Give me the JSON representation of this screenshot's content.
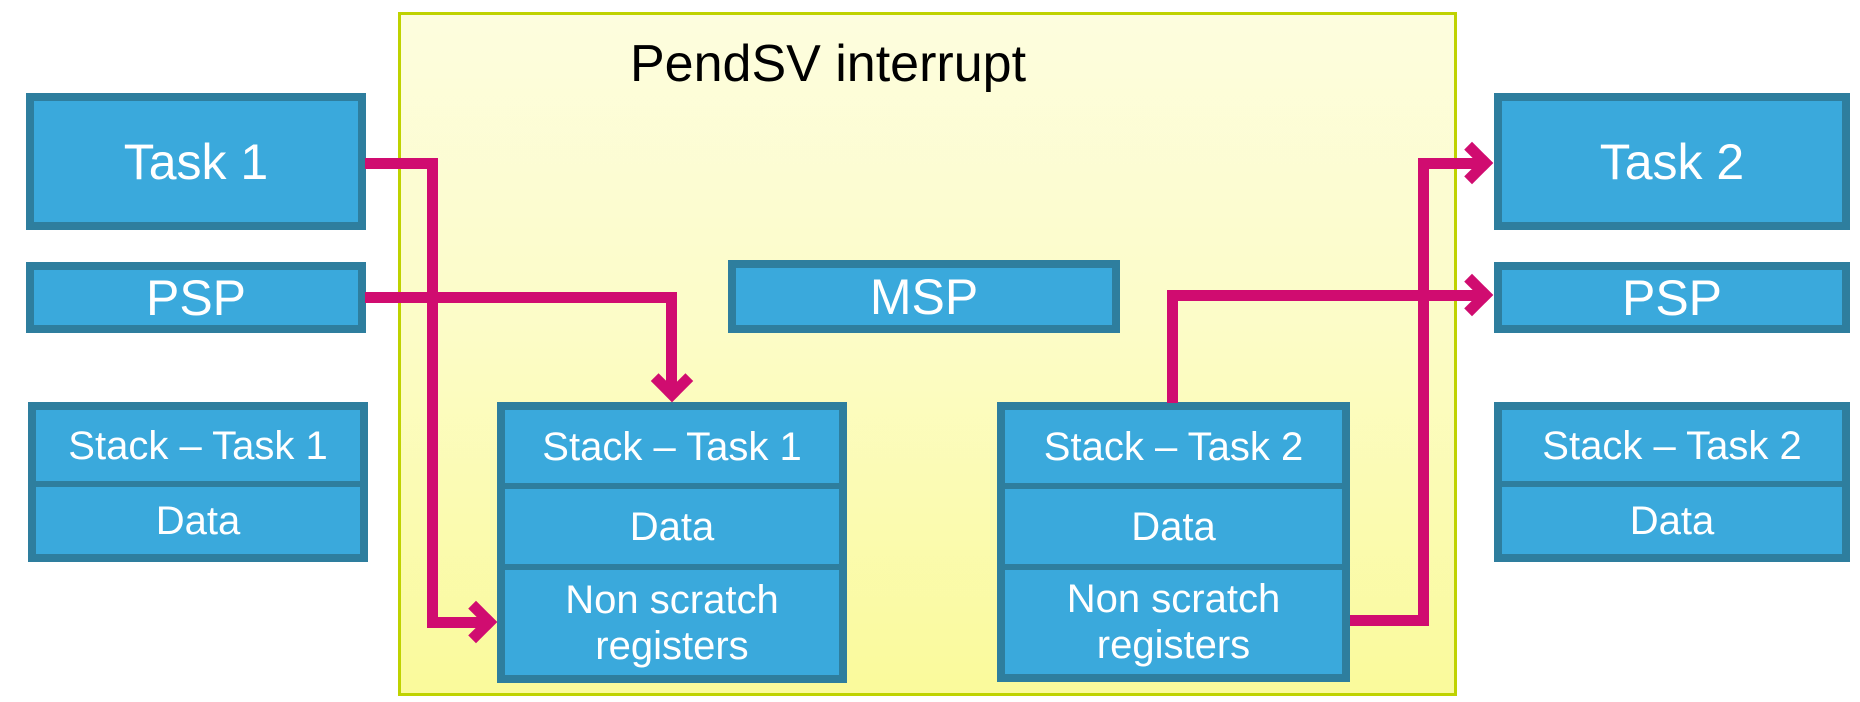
{
  "colors": {
    "blue": "#3AA9DC",
    "blue-border": "#2E7E9E",
    "magenta": "#D00C70",
    "panel-border": "#BFD200",
    "panel-top": "#FDFDDE",
    "panel-mid": "#FCFCC8",
    "panel-bottom": "#FAFA9B",
    "title-color": "#000000",
    "box-text": "#FFFFFF"
  },
  "panel": {
    "title": "PendSV interrupt"
  },
  "left": {
    "task": "Task 1",
    "psp": "PSP",
    "stack": [
      "Stack – Task 1",
      "Data"
    ]
  },
  "center": {
    "msp": "MSP",
    "stack1": [
      "Stack – Task 1",
      "Data",
      "Non scratch registers"
    ],
    "stack2": [
      "Stack – Task 2",
      "Data",
      "Non scratch registers"
    ]
  },
  "right": {
    "task": "Task 2",
    "psp": "PSP",
    "stack": [
      "Stack – Task 2",
      "Data"
    ]
  },
  "connectors": [
    {
      "from": "Task 1",
      "to": "Stack – Task 1: Non scratch registers"
    },
    {
      "from": "PSP (Task 1)",
      "to": "Stack – Task 1 (top)"
    },
    {
      "from": "Stack – Task 2 (top)",
      "to": "PSP (Task 2)"
    },
    {
      "from": "Stack – Task 2: Non scratch registers",
      "to": "Task 2"
    }
  ]
}
